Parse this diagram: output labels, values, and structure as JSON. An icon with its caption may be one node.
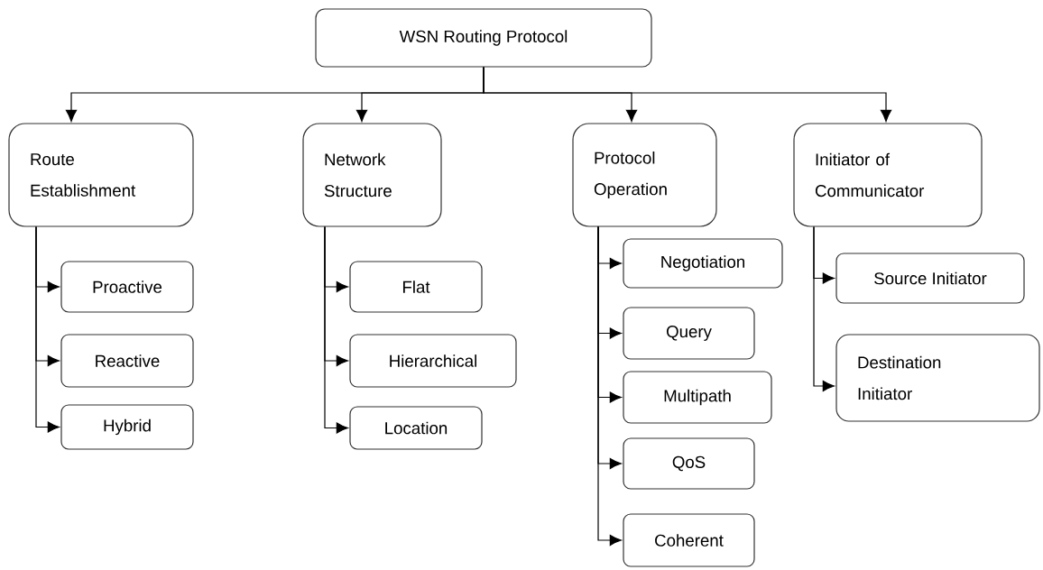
{
  "diagram": {
    "nodes": [
      {
        "text": [
          "WSN Routing Protocol"
        ]
      },
      {
        "text": [
          "Route Establishment"
        ]
      },
      {
        "text": [
          "Proactive"
        ]
      },
      {
        "text": [
          "Reactive"
        ]
      },
      {
        "text": [
          "Hybrid"
        ]
      },
      {
        "text": [
          "Network Structure"
        ]
      },
      {
        "text": [
          "Flat"
        ]
      },
      {
        "text": [
          "Hierarchical"
        ]
      },
      {
        "text": [
          "Location"
        ]
      },
      {
        "text": [
          "Protocol Operation"
        ]
      },
      {
        "text": [
          "Negotiation"
        ]
      },
      {
        "text": [
          "Query"
        ]
      },
      {
        "text": [
          "Multipath"
        ]
      },
      {
        "text": [
          "QoS"
        ]
      },
      {
        "text": [
          "Coherent"
        ]
      },
      {
        "text": [
          "Initiator of Communicator"
        ]
      },
      {
        "text": [
          "Source Initiator"
        ]
      },
      {
        "text": [
          "Destination Initiator"
        ]
      }
    ],
    "edges": [
      {
        "from": 0,
        "to": 1,
        "arrow": "to"
      },
      {
        "from": 0,
        "to": 5,
        "arrow": "to"
      },
      {
        "from": 0,
        "to": 9,
        "arrow": "to"
      },
      {
        "from": 0,
        "to": 15,
        "arrow": "to"
      },
      {
        "from": 1,
        "to": 2,
        "arrow": "to"
      },
      {
        "from": 1,
        "to": 3,
        "arrow": "to"
      },
      {
        "from": 1,
        "to": 4,
        "arrow": "to"
      },
      {
        "from": 5,
        "to": 6,
        "arrow": "to"
      },
      {
        "from": 5,
        "to": 7,
        "arrow": "to"
      },
      {
        "from": 5,
        "to": 8,
        "arrow": "to"
      },
      {
        "from": 9,
        "to": 10,
        "arrow": "to"
      },
      {
        "from": 9,
        "to": 11,
        "arrow": "to"
      },
      {
        "from": 9,
        "to": 12,
        "arrow": "to"
      },
      {
        "from": 9,
        "to": 13,
        "arrow": "to"
      },
      {
        "from": 9,
        "to": 14,
        "arrow": "to"
      },
      {
        "from": 15,
        "to": 16,
        "arrow": "to"
      },
      {
        "from": 15,
        "to": 17,
        "arrow": "to"
      }
    ]
  }
}
